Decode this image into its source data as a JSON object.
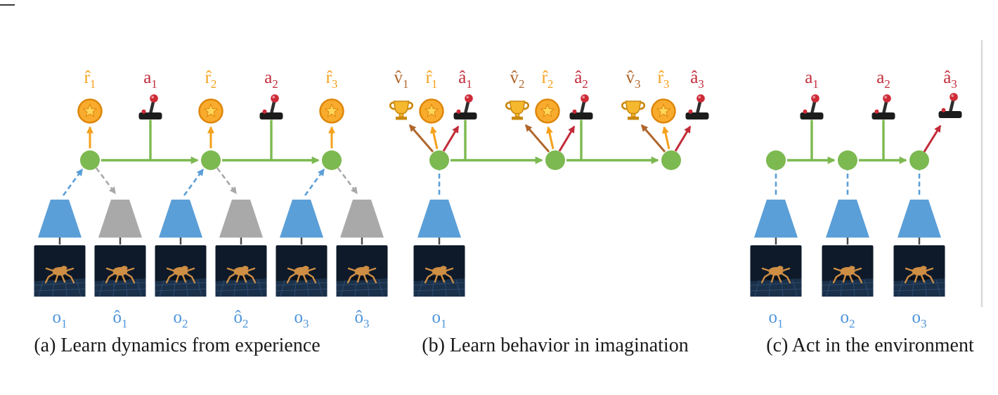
{
  "colors": {
    "green": "#7CB950",
    "blue": "#5B9FD8",
    "blue-label": "#4D94DB",
    "gray": "#A9A9A9",
    "orange": "#F5A01B",
    "red": "#C22B39",
    "brown": "#B0662C",
    "gold": "#F5B82E",
    "gold-dark": "#C9880E",
    "coin-fill": "#F8AB2D",
    "coin-edge": "#DE860B",
    "coin-star": "#FFD65A",
    "caption": "#1A1A1A",
    "obs-bg": "#0E1A29",
    "obs-floor": "#1B3049",
    "obs-grid": "#2D4C6E",
    "robot": "#CE8E44",
    "page-edge": "#D9D9D9"
  },
  "panels": {
    "a": {
      "caption": "(a) Learn dynamics from experience",
      "top_labels": [
        {
          "base": "r̂",
          "sub": "1"
        },
        {
          "base": "a",
          "sub": "1"
        },
        {
          "base": "r̂",
          "sub": "2"
        },
        {
          "base": "a",
          "sub": "2"
        },
        {
          "base": "r̂",
          "sub": "3"
        }
      ],
      "obs_labels": [
        {
          "base": "o",
          "sub": "1"
        },
        {
          "base": "ô",
          "sub": "1"
        },
        {
          "base": "o",
          "sub": "2"
        },
        {
          "base": "ô",
          "sub": "2"
        },
        {
          "base": "o",
          "sub": "3"
        },
        {
          "base": "ô",
          "sub": "3"
        }
      ]
    },
    "b": {
      "caption": "(b) Learn behavior in imagination",
      "top_labels": [
        {
          "base": "v̂",
          "sub": "1"
        },
        {
          "base": "r̂",
          "sub": "1"
        },
        {
          "base": "â",
          "sub": "1"
        },
        {
          "base": "v̂",
          "sub": "2"
        },
        {
          "base": "r̂",
          "sub": "2"
        },
        {
          "base": "â",
          "sub": "2"
        },
        {
          "base": "v̂",
          "sub": "3"
        },
        {
          "base": "r̂",
          "sub": "3"
        },
        {
          "base": "â",
          "sub": "3"
        }
      ],
      "obs_labels": [
        {
          "base": "o",
          "sub": "1"
        }
      ]
    },
    "c": {
      "caption": "(c) Act in the environment",
      "top_labels": [
        {
          "base": "a",
          "sub": "1"
        },
        {
          "base": "a",
          "sub": "2"
        },
        {
          "base": "â",
          "sub": "3"
        }
      ],
      "obs_labels": [
        {
          "base": "o",
          "sub": "1"
        },
        {
          "base": "o",
          "sub": "2"
        },
        {
          "base": "o",
          "sub": "3"
        }
      ]
    }
  }
}
